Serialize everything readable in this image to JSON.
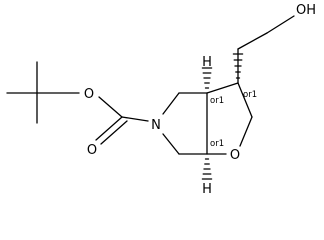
{
  "molecule": {
    "atoms": {
      "hydroxyl_oxygen": "OH",
      "ester_ether_oxygen": "O",
      "carbonyl_oxygen": "O",
      "ring_nitrogen": "N",
      "ring_oxygen": "O",
      "stereo_h_top": "H",
      "stereo_h_bottom": "H"
    },
    "stereo_labels": {
      "c3": "or1",
      "c3a": "or1",
      "c6a": "or1"
    }
  }
}
